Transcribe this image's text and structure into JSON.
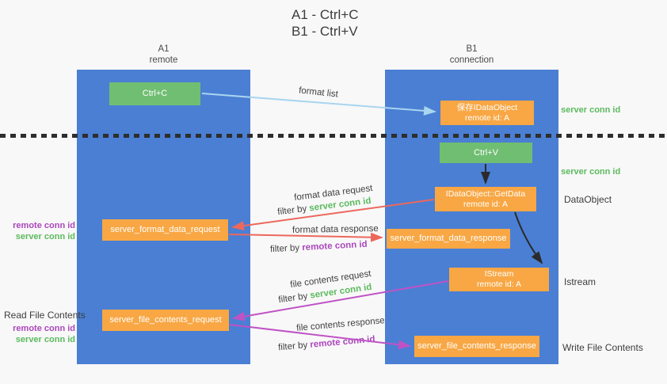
{
  "title": {
    "line1": "A1 - Ctrl+C",
    "line2": "B1 - Ctrl+V"
  },
  "lanes": {
    "left": {
      "name": "A1",
      "role": "remote"
    },
    "right": {
      "name": "B1",
      "role": "connection"
    }
  },
  "nodes": {
    "ctrl_c": "Ctrl+C",
    "ctrl_v": "Ctrl+V",
    "save_dataobject": {
      "title": "保存IDataObject",
      "subtitle": "remote id: A"
    },
    "getdata": {
      "title": "IDataObject::GetData",
      "subtitle": "remote id: A"
    },
    "istream": {
      "title": "IStream",
      "subtitle": "remote id: A"
    },
    "format_request": "server_format_data_request",
    "format_response": "server_format_data_response",
    "file_request": "server_file_contents_request",
    "file_response": "server_file_contents_response"
  },
  "flow_labels": {
    "format_list": "format list",
    "format_data_request": "format data request",
    "format_data_response": "format data response",
    "file_contents_request": "file contents request",
    "file_contents_response": "file contents response",
    "filter_by": "filter by",
    "server_conn_id": "server conn id",
    "remote_conn_id": "remote conn id"
  },
  "side_labels": {
    "server_conn_id": "server conn id",
    "remote_conn_id": "remote conn id",
    "dataobject": "DataObject",
    "istream": "Istream",
    "read_file_contents": "Read File Contents",
    "write_file_contents": "Write File Contents"
  },
  "colors": {
    "lane_blue": "#4a7fd4",
    "box_orange": "#f8a744",
    "box_green": "#70be72",
    "green_text": "#5cba5e",
    "purple_text": "#ab47bc",
    "arrow_red": "#ec685c",
    "arrow_purple": "#bf53c5",
    "arrow_lightblue": "#a9d5ef",
    "arrow_black": "#2b2b2b"
  }
}
